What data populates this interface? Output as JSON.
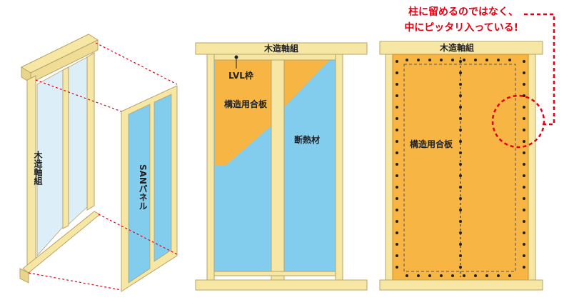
{
  "labels": {
    "left_frame_vertical": "木造軸組",
    "san_panel": "SANパネル",
    "middle_header": "木造軸組",
    "lvl_frame": "LVL枠",
    "structural_plywood": "構造用合板",
    "insulation": "断熱材",
    "right_header": "木造軸組",
    "right_plywood": "構造用合板"
  },
  "callout": {
    "line1": "柱に留めるのではなく、",
    "line2": "中にピッタリ入っている!"
  },
  "colors": {
    "wood": "#f6e7a4",
    "wood_stroke": "#b8a36a",
    "plywood": "#f7b544",
    "insulation": "#82ccee",
    "glass": "#dceff8",
    "accent_red": "#e60012",
    "text": "#222222"
  }
}
